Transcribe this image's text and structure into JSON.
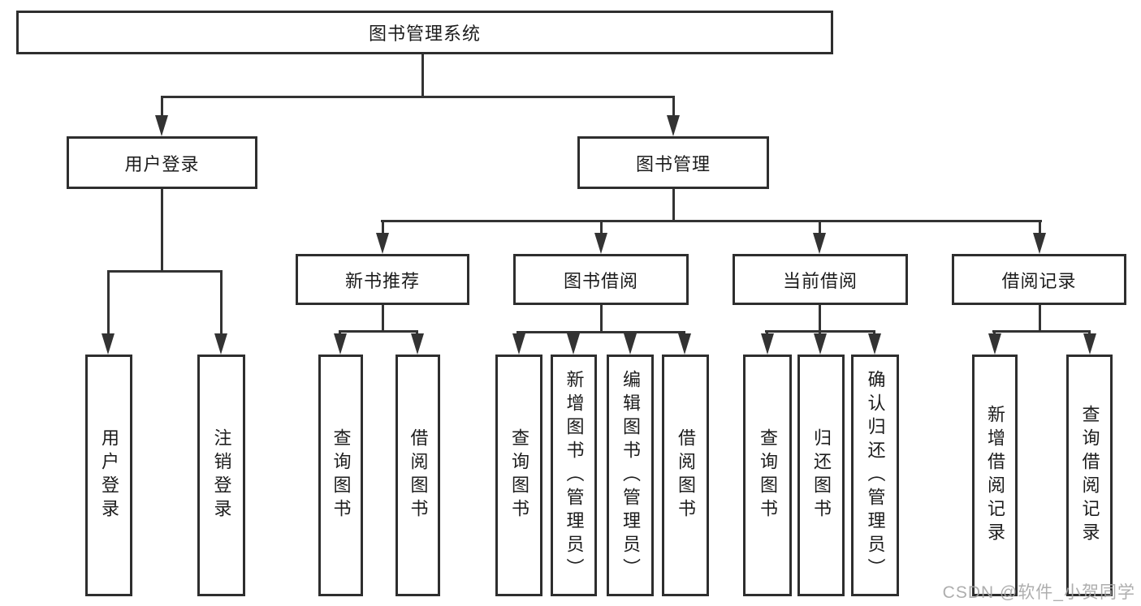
{
  "tree": {
    "root": {
      "label": "图书管理系统",
      "children": [
        {
          "label": "用户登录",
          "children": [
            {
              "label": "用户登录"
            },
            {
              "label": "注销登录"
            }
          ]
        },
        {
          "label": "图书管理",
          "children": [
            {
              "label": "新书推荐",
              "children": [
                {
                  "label": "查询图书"
                },
                {
                  "label": "借阅图书"
                }
              ]
            },
            {
              "label": "图书借阅",
              "children": [
                {
                  "label": "查询图书"
                },
                {
                  "label": "新增图书（管理员）"
                },
                {
                  "label": "编辑图书（管理员）"
                },
                {
                  "label": "借阅图书"
                }
              ]
            },
            {
              "label": "当前借阅",
              "children": [
                {
                  "label": "查询图书"
                },
                {
                  "label": "归还图书"
                },
                {
                  "label": "确认归还（管理员）"
                }
              ]
            },
            {
              "label": "借阅记录",
              "children": [
                {
                  "label": "新增借阅记录"
                },
                {
                  "label": "查询借阅记录"
                }
              ]
            }
          ]
        }
      ]
    }
  },
  "watermark": {
    "text": "CSDN @软件_小贺同学"
  },
  "colors": {
    "line": "#333333",
    "box_border": "#2e2e2e",
    "text": "#1c1c1c",
    "background": "#ffffff",
    "watermark": "#a5a5a5"
  }
}
